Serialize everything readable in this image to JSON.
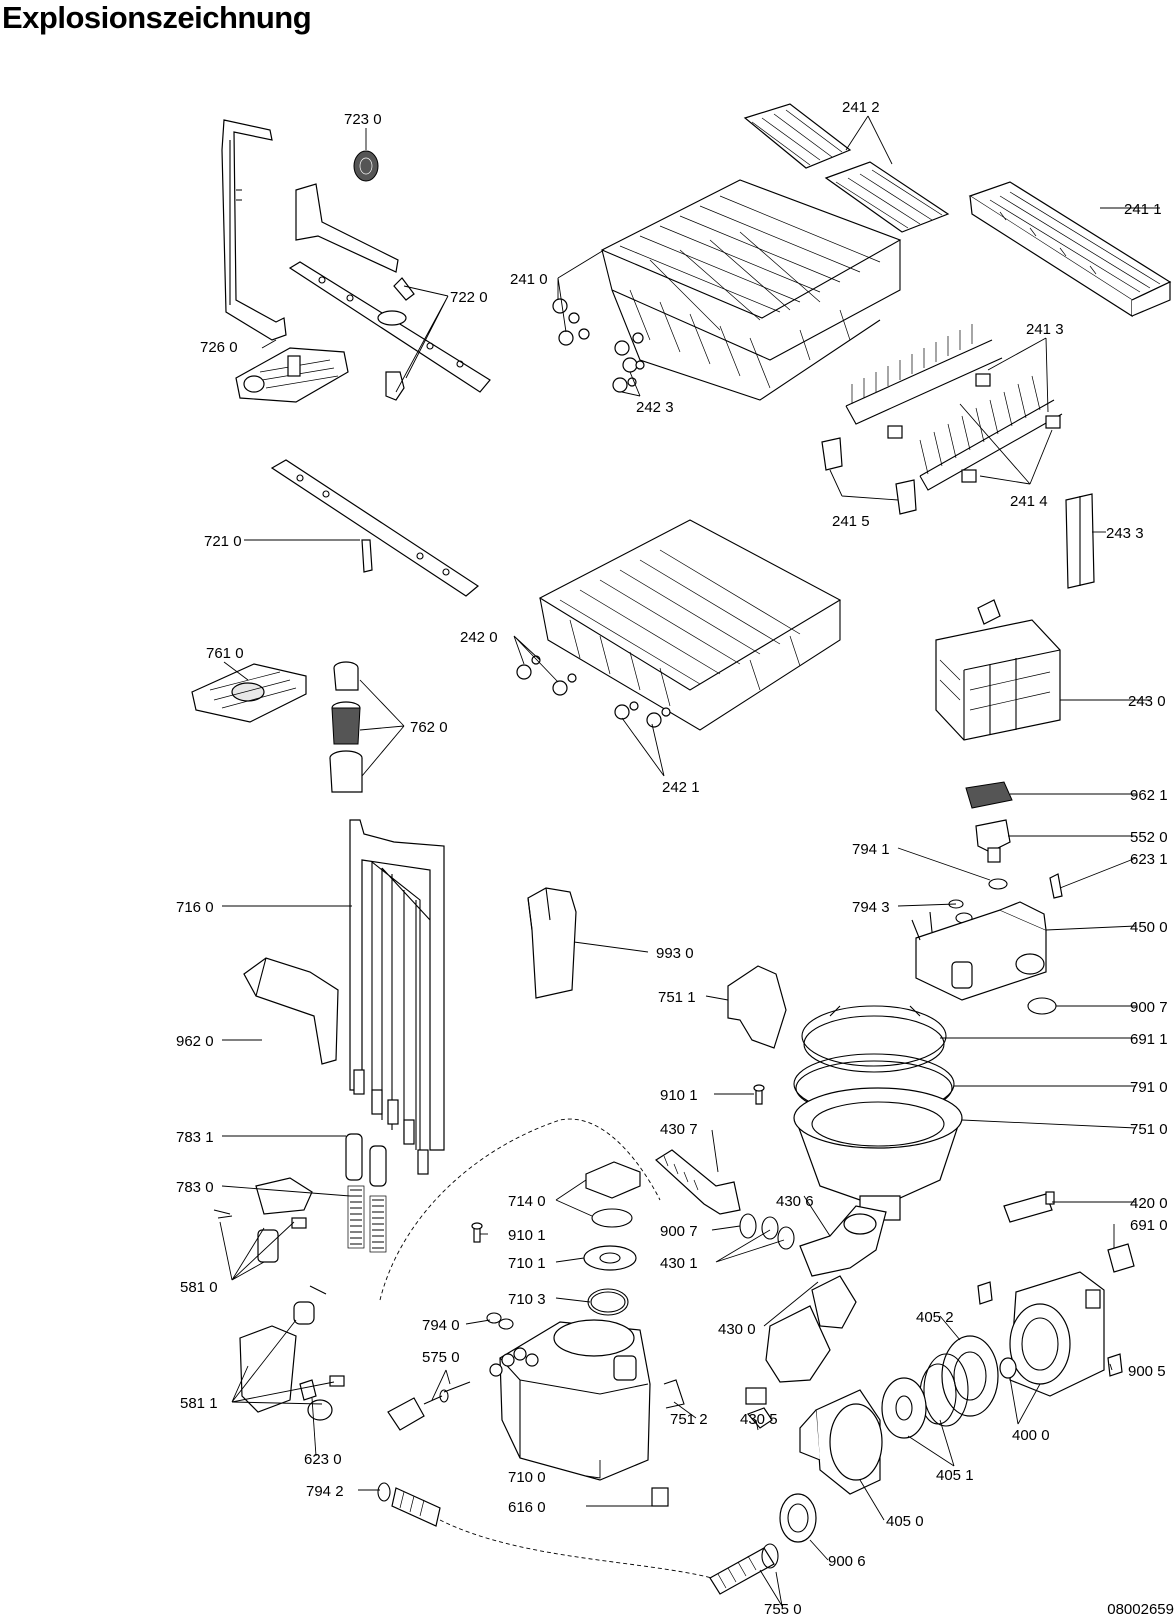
{
  "title": "Explosionszeichnung",
  "doc_number": "08002659",
  "labels": {
    "l7230": "723 0",
    "l7220": "722 0",
    "l7260": "726 0",
    "l2410": "241 0",
    "l2412": "241 2",
    "l2411": "241 1",
    "l2423": "242 3",
    "l2413": "241 3",
    "l2414": "241 4",
    "l2415": "241 5",
    "l2433": "243 3",
    "l7210": "721 0",
    "l2420": "242 0",
    "l2421": "242 1",
    "l2430": "243 0",
    "l7610": "761 0",
    "l7620": "762 0",
    "l9621": "962 1",
    "l5520": "552 0",
    "l7941": "794 1",
    "l6231": "623 1",
    "l7943": "794 3",
    "l4500": "450 0",
    "l9007a": "900 7",
    "l6911": "691 1",
    "l7910": "791 0",
    "l7510": "751 0",
    "l7160": "716 0",
    "l9930": "993 0",
    "l7511": "751 1",
    "l9620": "962 0",
    "l9101a": "910 1",
    "l4307": "430 7",
    "l7831": "783 1",
    "l7830": "783 0",
    "l7140": "714 0",
    "l4306": "430 6",
    "l4200": "420 0",
    "l9101b": "910 1",
    "l9007b": "900 7",
    "l6910": "691 0",
    "l7101": "710 1",
    "l4301": "430 1",
    "l5810": "581 0",
    "l7103": "710 3",
    "l4300": "430 0",
    "l4052": "405 2",
    "l7940": "794 0",
    "l5750": "575 0",
    "l9005": "900 5",
    "l5811": "581 1",
    "l7512": "751 2",
    "l4305": "430 5",
    "l4000": "400 0",
    "l6230": "623 0",
    "l7100": "710 0",
    "l4051": "405 1",
    "l7942": "794 2",
    "l6160": "616 0",
    "l4050": "405 0",
    "l9006": "900 6",
    "l7550": "755 0"
  }
}
